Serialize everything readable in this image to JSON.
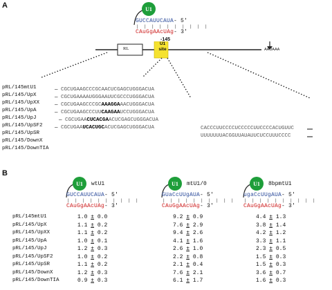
{
  "panel_a": {
    "letter": "A",
    "u1_badge": "U1",
    "u1_seq_top": "GUCCAUUCAUA",
    "u1_seq_top_end": "- 5'",
    "u1_ticks": "| | | | | | | | | |",
    "target_seq_parts": [
      {
        "t": "C",
        "c": "red"
      },
      {
        "t": "A",
        "c": "red"
      },
      {
        "t": "u",
        "c": "red"
      },
      {
        "t": "G",
        "c": "red"
      },
      {
        "t": "g",
        "c": "red"
      },
      {
        "t": "A",
        "c": "red"
      },
      {
        "t": "A",
        "c": "red"
      },
      {
        "t": "c",
        "c": "red"
      },
      {
        "t": "U",
        "c": "red"
      },
      {
        "t": "A",
        "c": "red"
      },
      {
        "t": "g",
        "c": "red"
      }
    ],
    "target_end": "- 3'",
    "position_label": "-145",
    "site_label_1": "U1",
    "site_label_2": "site",
    "rl_label": "RL",
    "polya_label": "AAUAAA",
    "constructs": [
      {
        "name": "pRL/145mtU1",
        "seq": ""
      },
      {
        "name": "pRL/145/UpX",
        "seq_pre": "CGCUGAAGCCCGCAACUCGAGCUGGGACUA",
        "seq_bold": "",
        "seq_post": ""
      },
      {
        "name": "pRL/145/UpXX",
        "seq_pre": "CGCUGAAAAUGGGAAUUCGCCCUGGGACUA",
        "seq_bold": "",
        "seq_post": ""
      },
      {
        "name": "pRL/145/UpA",
        "seq_pre": "CGCUGAAGCCCGC",
        "seq_bold": "AAAGGA",
        "seq_post": "AACUGGGACUA"
      },
      {
        "name": "pRL/145/UpJ",
        "seq_pre": "CGCUGAAGCCCUU",
        "seq_bold": "CAAGAA",
        "seq_post": "UCCUGGGACUA"
      },
      {
        "name": "pRL/145/UpSF2",
        "seq_pre": "CGCUGAA",
        "seq_bold": "CUCACGA",
        "seq_post": "ACUCGAGCUGGGACUA"
      },
      {
        "name": "pRL/145/UpSR",
        "seq_pre": "CGCUGAA",
        "seq_bold": "UCACUGC",
        "seq_post": "ACUCGAGCUGGGACUA"
      },
      {
        "name": "pRL/145/DownX",
        "seq_pre": "",
        "seq_bold": "",
        "seq_post": ""
      },
      {
        "name": "pRL/145/DownTIA",
        "seq_pre": "",
        "seq_bold": "",
        "seq_post": ""
      }
    ],
    "down_seqs": [
      "CACCCUUCCCCUCCCCCUUCCCCACUGUUC",
      "UUUUUUUACGGUUAUAUUCUCCUUUCCCC"
    ]
  },
  "panel_b": {
    "letter": "B",
    "columns": [
      {
        "badge": "U1",
        "name": "wtU1",
        "top": "GUCCAUUCAUA",
        "top_end": "- 5'"
      },
      {
        "badge": "U1",
        "name": "mtU1/0",
        "top": "GUaCcUUgAUA",
        "top_end": "- 5'"
      },
      {
        "badge": "U1",
        "name": "8bpmtU1",
        "top": "ugaCcUUgAUA",
        "top_end": "- 5'"
      }
    ],
    "target": "CAuGgAAcUAg",
    "target_end": "- 3'",
    "ticks": "| | | | | | | | | |",
    "pm": "±",
    "rows": [
      {
        "name": "pRL/145mtU1",
        "v": [
          [
            "1.0",
            "0.0"
          ],
          [
            "9.2",
            "0.9"
          ],
          [
            "4.4",
            "1.3"
          ]
        ]
      },
      {
        "name": "pRL/145/UpX",
        "v": [
          [
            "1.1",
            "0.2"
          ],
          [
            "7.6",
            "2.9"
          ],
          [
            "3.8",
            "1.4"
          ]
        ]
      },
      {
        "name": "pRL/145/UpXX",
        "v": [
          [
            "1.1",
            "0.2"
          ],
          [
            "9.4",
            "2.6"
          ],
          [
            "4.2",
            "1.2"
          ]
        ]
      },
      {
        "name": "pRL/145/UpA",
        "v": [
          [
            "1.0",
            "0.1"
          ],
          [
            "4.1",
            "1.6"
          ],
          [
            "3.3",
            "1.1"
          ]
        ]
      },
      {
        "name": "pRL/145/UpJ",
        "v": [
          [
            "1.2",
            "0.3"
          ],
          [
            "2.6",
            "1.0"
          ],
          [
            "2.3",
            "0.5"
          ]
        ]
      },
      {
        "name": "pRL/145/UpSF2",
        "v": [
          [
            "1.0",
            "0.2"
          ],
          [
            "2.2",
            "0.8"
          ],
          [
            "1.5",
            "0.3"
          ]
        ]
      },
      {
        "name": "pRL/145/UpSR",
        "v": [
          [
            "1.1",
            "0.2"
          ],
          [
            "2.1",
            "0.4"
          ],
          [
            "1.5",
            "0.3"
          ]
        ]
      },
      {
        "name": "pRL/145/DownX",
        "v": [
          [
            "1.2",
            "0.3"
          ],
          [
            "7.6",
            "2.1"
          ],
          [
            "3.6",
            "0.7"
          ]
        ]
      },
      {
        "name": "pRL/145/DownTIA",
        "v": [
          [
            "0.9",
            "0.3"
          ],
          [
            "6.1",
            "1.7"
          ],
          [
            "1.6",
            "0.3"
          ]
        ]
      }
    ]
  }
}
